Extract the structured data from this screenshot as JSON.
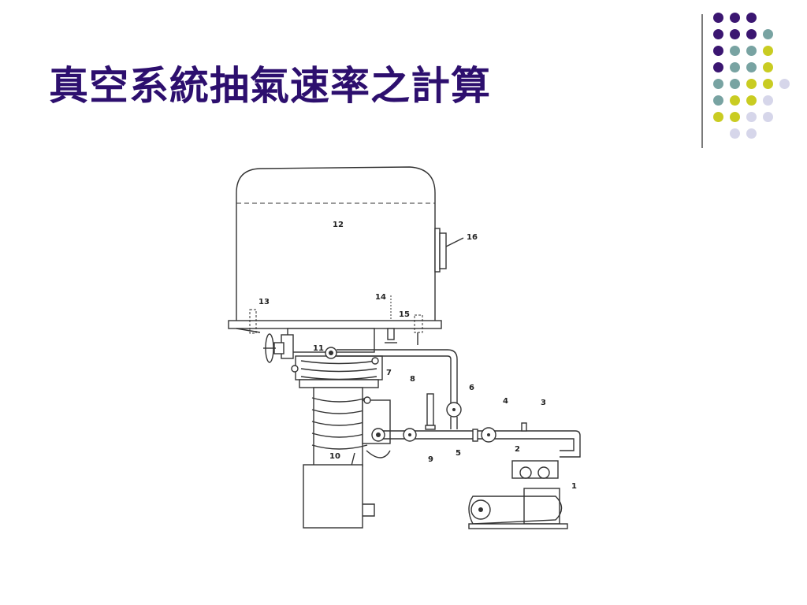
{
  "slide": {
    "title": "真空系統抽氣速率之計算"
  },
  "decoration": {
    "colors": {
      "purple": "#3b1671",
      "teal": "#78a3a2",
      "lime": "#c9cc22",
      "lavender": "#d6d6ea"
    },
    "dot_rows": [
      [
        "purple",
        "purple",
        "purple"
      ],
      [
        "purple",
        "purple",
        "purple",
        "teal"
      ],
      [
        "purple",
        "teal",
        "teal",
        "lime"
      ],
      [
        "purple",
        "teal",
        "teal",
        "lime"
      ],
      [
        "teal",
        "teal",
        "lime",
        "lime",
        "lavender"
      ],
      [
        "teal",
        "lime",
        "lime",
        "lavender"
      ],
      [
        "lime",
        "lime",
        "lavender",
        "lavender"
      ],
      [
        "lavender",
        "lavender"
      ]
    ]
  },
  "diagram": {
    "labels": {
      "pump_1": "1",
      "valve_2": "2",
      "port_3": "3",
      "valve_4": "4",
      "line_5": "5",
      "valve_6": "6",
      "line_7": "7",
      "gauge_8": "8",
      "valve_9": "9",
      "diffusion_pump_10": "10",
      "valve_11": "11",
      "chamber_12": "12",
      "port_13": "13",
      "port_14": "14",
      "port_15": "15",
      "window_16": "16"
    }
  }
}
